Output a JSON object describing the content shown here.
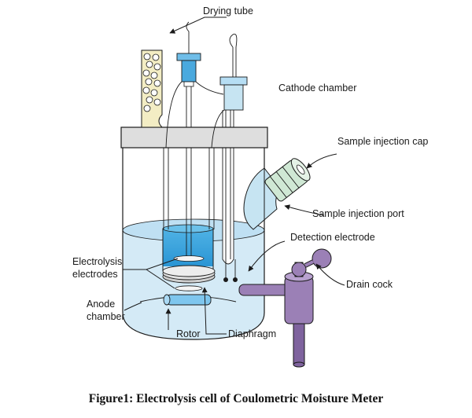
{
  "labels": {
    "drying_tube": "Drying tube",
    "cathode_chamber": "Cathode chamber",
    "sample_injection_cap": "Sample injection cap",
    "sample_injection_port": "Sample injection port",
    "detection_electrode": "Detection electrode",
    "electrolysis_electrodes_1": "Electrolysis",
    "electrolysis_electrodes_2": "electrodes",
    "drain_cock": "Drain cock",
    "anode_chamber_1": "Anode",
    "anode_chamber_2": "chamber",
    "rotor": "Rotor",
    "diaphragm": "Diaphragm"
  },
  "caption": {
    "prefix": "Figure1",
    "separator": ": ",
    "text": "Electrolysis cell of Coulometric Moisture Meter"
  },
  "colors": {
    "liquid_light": "#d4eaf6",
    "liquid_mid": "#b7dcf1",
    "liquid_inner": "#3ea6dd",
    "liquid_inner_dark": "#1f8ccf",
    "lid": "#dedede",
    "drying_tube": "#f3edc4",
    "cap_green": "#cfe8d4",
    "port_blue": "#c6e4f2",
    "stopper_blue": "#6fbde8",
    "drain_purple": "#9b80b6",
    "drain_purple_dark": "#7f639e",
    "disc_gray": "#cfcfcf"
  }
}
